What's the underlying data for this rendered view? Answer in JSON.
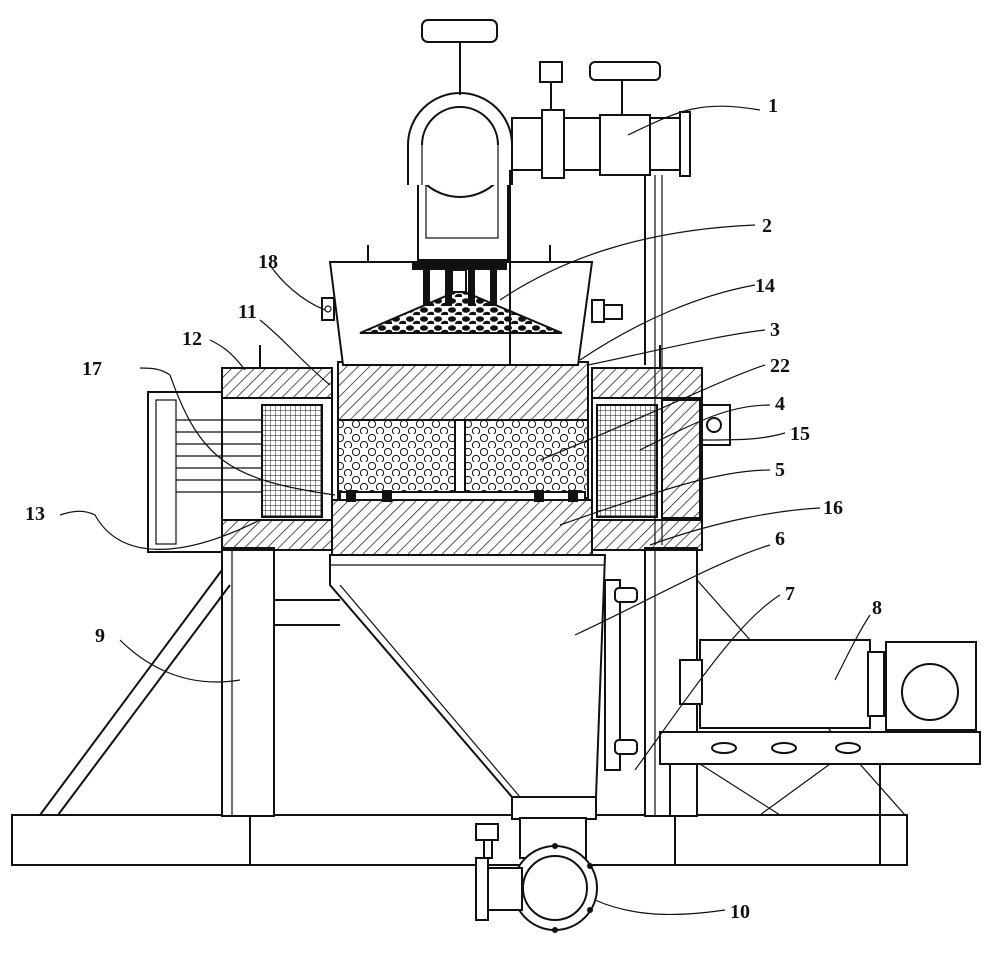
{
  "diagram": {
    "labels": {
      "l1": "1",
      "l2": "2",
      "l3": "3",
      "l4": "4",
      "l5": "5",
      "l6": "6",
      "l7": "7",
      "l8": "8",
      "l9": "9",
      "l10": "10",
      "l11": "11",
      "l12": "12",
      "l13": "13",
      "l14": "14",
      "l15": "15",
      "l16": "16",
      "l17": "17",
      "l18": "18",
      "l22": "22"
    }
  }
}
